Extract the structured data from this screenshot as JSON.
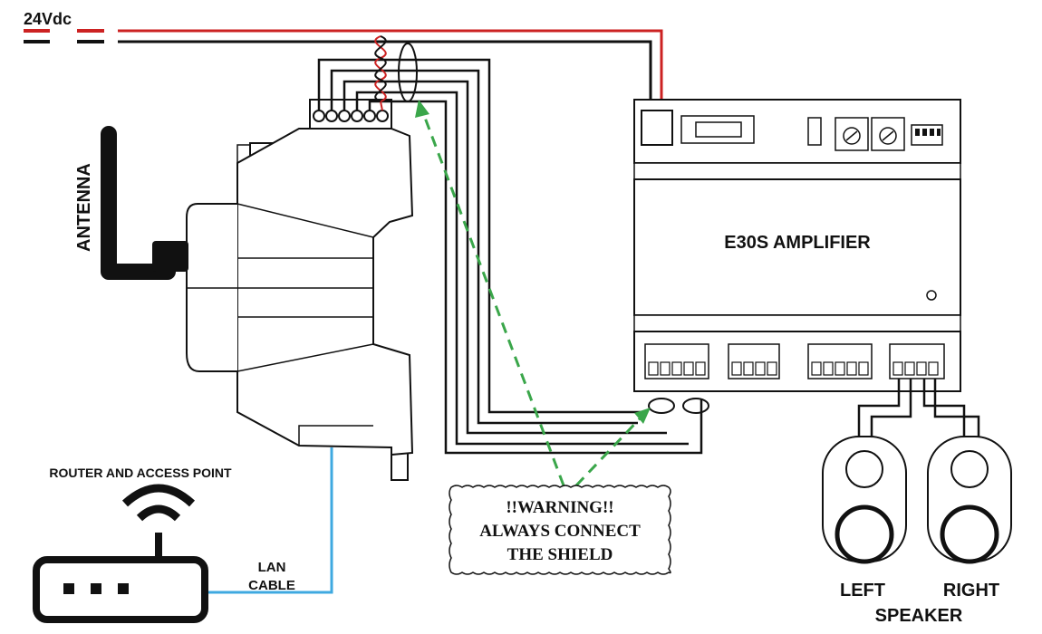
{
  "labels": {
    "power": "24Vdc",
    "antenna": "ANTENNA",
    "amplifier": "E30S AMPLIFIER",
    "router": "ROUTER AND ACCESS POINT",
    "lan_line1": "LAN",
    "lan_line2": "CABLE",
    "warning_line1": "!!WARNING!!",
    "warning_line2": "ALWAYS CONNECT",
    "warning_line3": "THE SHIELD",
    "left": "LEFT",
    "right": "RIGHT",
    "speaker": "SPEAKER"
  },
  "colors": {
    "power_positive": "#cc2222",
    "power_negative": "#111111",
    "lan_cable": "#3fa9e0",
    "warning_arrow": "#3aa64a",
    "device_body": "#ffffff",
    "outline": "#111111"
  },
  "icons": {
    "router": "wifi-router-icon",
    "speaker": "speaker-icon",
    "antenna": "antenna-icon"
  }
}
